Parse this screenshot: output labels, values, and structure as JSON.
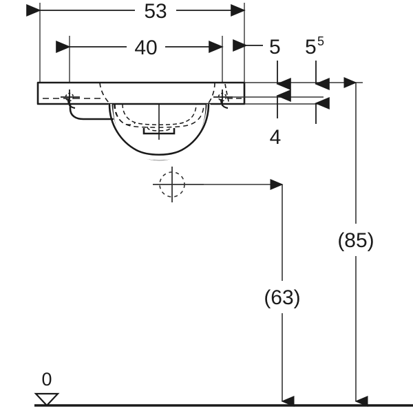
{
  "drawing": {
    "type": "technical-elevation-drawing",
    "subject": "wall-hung washbasin front elevation with dimensions",
    "units_note": "centimetres",
    "colors": {
      "line": "#1a1a1a",
      "background": "#ffffff",
      "thin_line": "#333333"
    }
  },
  "dimensions": {
    "overall_width": {
      "label": "53",
      "orientation": "horizontal",
      "position": "top"
    },
    "tap_hole_spacing": {
      "label": "40",
      "orientation": "horizontal",
      "position": "top-inner"
    },
    "rim_thickness": {
      "label": "5",
      "orientation": "vertical",
      "position": "right-inner"
    },
    "rim_thickness_outer": {
      "label": "5",
      "superscript": "5",
      "orientation": "vertical",
      "position": "right-outer"
    },
    "apron_depth": {
      "label": "4",
      "orientation": "vertical",
      "position": "right"
    },
    "drain_height": {
      "label": "(63)",
      "orientation": "vertical",
      "position": "center-right"
    },
    "rim_height": {
      "label": "(85)",
      "orientation": "vertical",
      "position": "far-right"
    }
  },
  "datum": {
    "label": "0",
    "marker": "inverted-triangle",
    "description": "finished floor level reference"
  },
  "features": {
    "drain_outlet": "waste-outlet-circle",
    "basin_bowl": "basin-bowl-outline",
    "left_shelf": "left-shelf-ledge",
    "tap_hole_left": "tap-hole-left",
    "tap_hole_right": "tap-hole-right",
    "floor_line": "floor-line"
  }
}
